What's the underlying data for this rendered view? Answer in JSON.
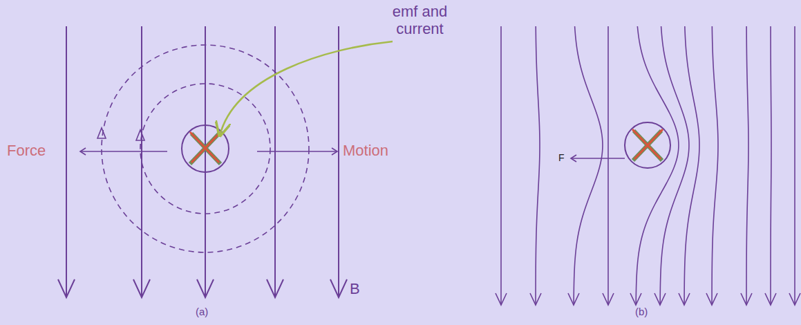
{
  "diagram": {
    "labels": [
      "emf and current",
      "Force",
      "Motion",
      "B",
      "(a)",
      "(b)",
      "F"
    ]
  }
}
